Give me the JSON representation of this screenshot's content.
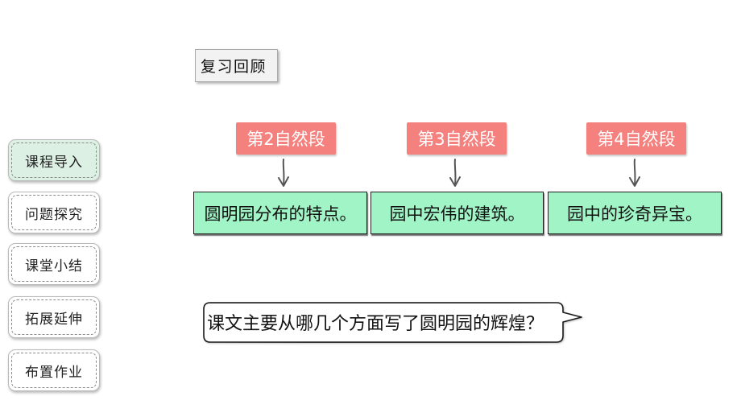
{
  "nav": {
    "items": [
      {
        "label": "课程导入",
        "active": true
      },
      {
        "label": "问题探究",
        "active": false
      },
      {
        "label": "课堂小结",
        "active": false
      },
      {
        "label": "拓展延伸",
        "active": false
      },
      {
        "label": "布置作业",
        "active": false
      }
    ]
  },
  "review": {
    "title": "复习回顾"
  },
  "paragraphs": [
    {
      "tag": "第2自然段",
      "summary": "圆明园分布的特点。"
    },
    {
      "tag": "第3自然段",
      "summary": "园中宏伟的建筑。"
    },
    {
      "tag": "第4自然段",
      "summary": "园中的珍奇异宝。"
    }
  ],
  "connector_icon": "down-arrow-icon",
  "question": {
    "text": "课文主要从哪几个方面写了圆明园的辉煌？"
  },
  "colors": {
    "tag": "#f4817e",
    "summary": "#a0f4c6",
    "active": "#ddf0e4",
    "review": "#f2f2f2"
  }
}
